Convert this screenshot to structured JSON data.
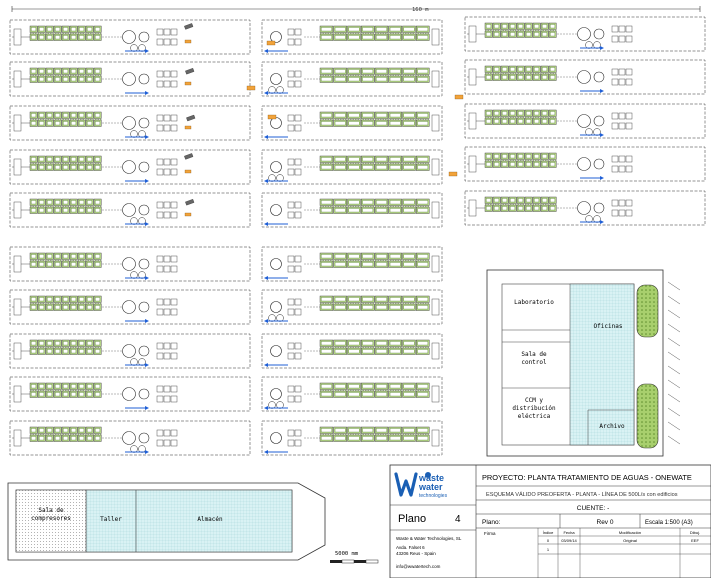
{
  "dimension_top": "160 m",
  "scale_bar_label": "5000 mm",
  "buildings": {
    "labs": [
      "Laboratorio",
      "Oficinas",
      "Sala de control",
      "CCM y distribución eléctrica",
      "Archivo"
    ],
    "bottom": [
      "Sala de compresores",
      "Taller",
      "Almacén"
    ]
  },
  "title_block": {
    "logo_word1": "waste",
    "logo_word2": "water",
    "logo_word3": "technologies",
    "project": "PROYECTO: PLANTA TRATAMIENTO DE AGUAS - ONEWATE",
    "description": "ESQUEMA VÁLIDO PREOFERTA - PLANTA - LÍNEA DE 500L/s con edificios",
    "plano_big_label": "Plano",
    "plano_big_number": "4",
    "company": "Waste & Water Technologies, SL",
    "address1": "Avda. Falset 6",
    "address2": "43206 Reus - Spain",
    "email": "info@wwatertech.com",
    "cliente": "CUENTE: -",
    "plano_label": "Plano:",
    "rev": "Rev 0",
    "escala": "Escala 1:500 (A3)",
    "firma": "Firma",
    "table_headers": [
      "Índice",
      "Fecha",
      "Modificación",
      "Dibuj."
    ],
    "table_rows": [
      [
        "0",
        "03/09/14",
        "Original",
        "EEF"
      ],
      [
        "1",
        "",
        "",
        ""
      ]
    ]
  },
  "colors": {
    "line": "#2b2b2b",
    "filter_green": "#b9d88a",
    "tank_cyan": "#cfeef0",
    "arrow_blue": "#1f5fd6",
    "pump_orange": "#f2a33a",
    "logo_blue": "#1a5fb4"
  }
}
